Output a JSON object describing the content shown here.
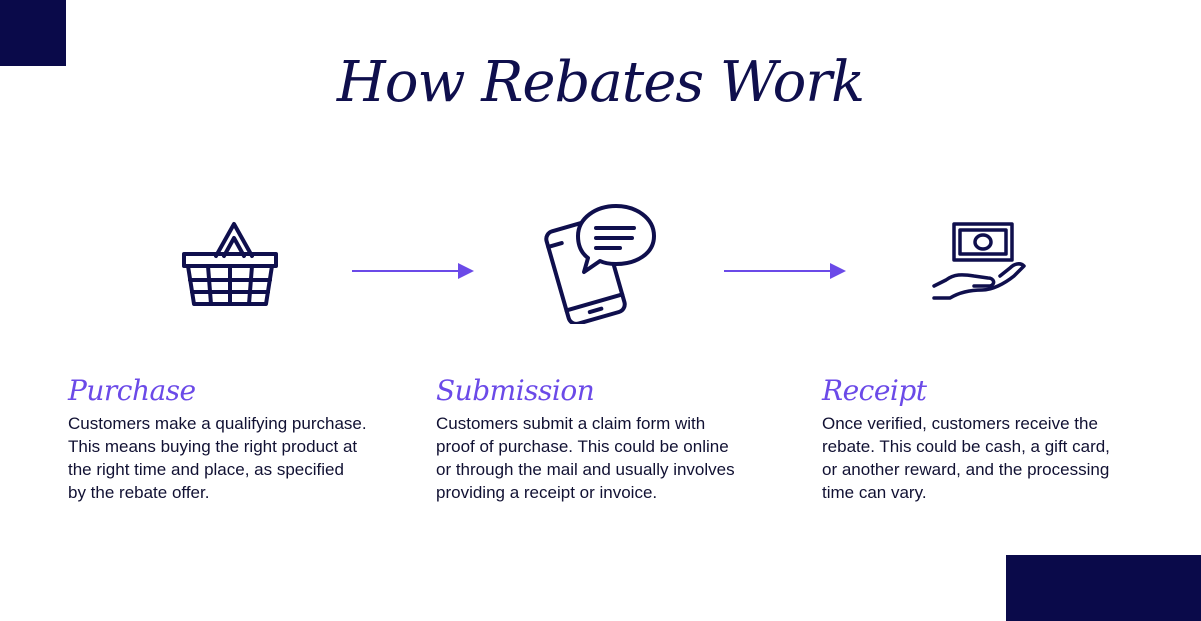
{
  "title": "How Rebates Work",
  "colors": {
    "navy": "#0a0a4a",
    "icon": "#0f0f4d",
    "accent": "#6b4ae8"
  },
  "steps": [
    {
      "icon": "basket-icon",
      "heading": "Purchase",
      "lines": [
        "Customers make a qualifying purchase.",
        "This means buying the right product at",
        "the right time and place, as specified",
        "by the rebate offer."
      ]
    },
    {
      "icon": "phone-message-icon",
      "heading": "Submission",
      "lines": [
        "Customers submit a claim form with",
        "proof of purchase. This could be online",
        "or through the mail and usually involves",
        "providing a receipt or invoice."
      ]
    },
    {
      "icon": "hand-money-icon",
      "heading": "Receipt",
      "lines": [
        "Once verified, customers receive the",
        "rebate. This could be cash, a gift card,",
        "or another reward, and the processing",
        "time can vary."
      ]
    }
  ]
}
